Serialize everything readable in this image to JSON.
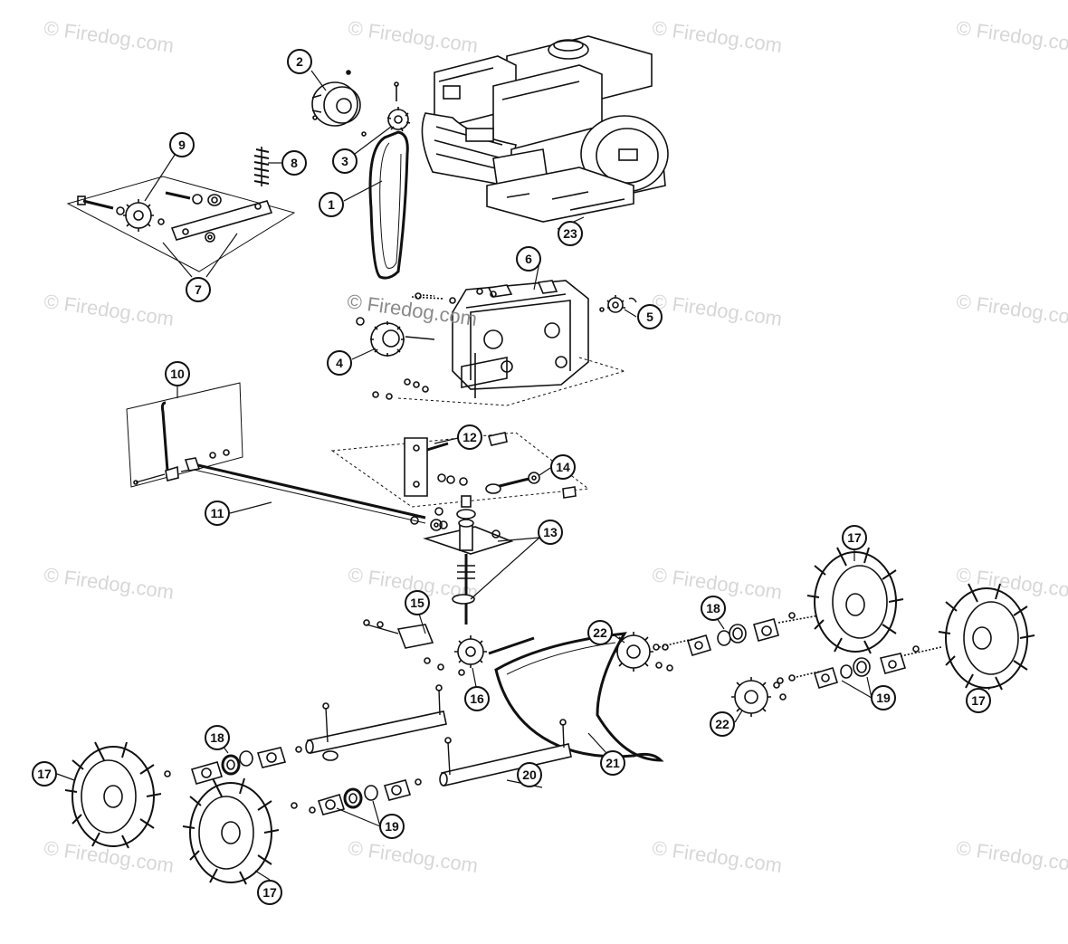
{
  "watermark": "© Firedog.com",
  "callouts": {
    "c1": "1",
    "c2": "2",
    "c3": "3",
    "c4": "4",
    "c5": "5",
    "c6": "6",
    "c7": "7",
    "c8": "8",
    "c9": "9",
    "c10": "10",
    "c11": "11",
    "c12": "12",
    "c13": "13",
    "c14": "14",
    "c15": "15",
    "c16": "16",
    "c17a": "17",
    "c17b": "17",
    "c17c": "17",
    "c17d": "17",
    "c18a": "18",
    "c18b": "18",
    "c19a": "19",
    "c19b": "19",
    "c20": "20",
    "c21": "21",
    "c22a": "22",
    "c22b": "22",
    "c23": "23"
  }
}
